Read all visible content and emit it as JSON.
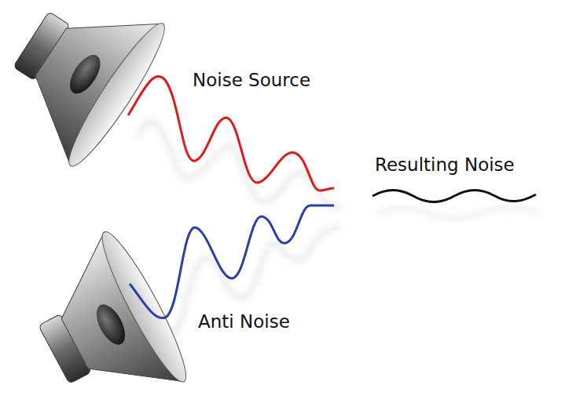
{
  "diagram": {
    "labels": [
      "Noise Source",
      "Resulting Noise",
      "Anti Noise"
    ]
  }
}
